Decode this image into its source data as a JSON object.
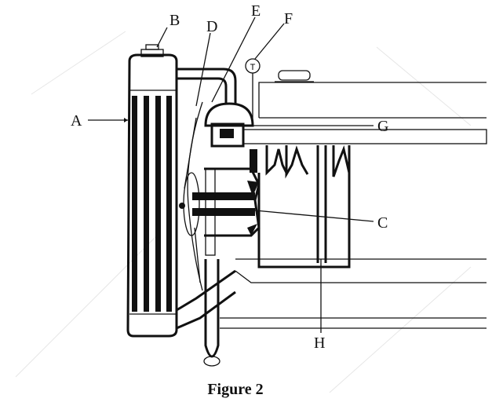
{
  "diagram": {
    "labels": {
      "A": "A",
      "B": "B",
      "C": "C",
      "D": "D",
      "E": "E",
      "F": "F",
      "G": "G",
      "H": "H"
    },
    "gauge_symbol": "T",
    "caption": "Figure 2"
  }
}
